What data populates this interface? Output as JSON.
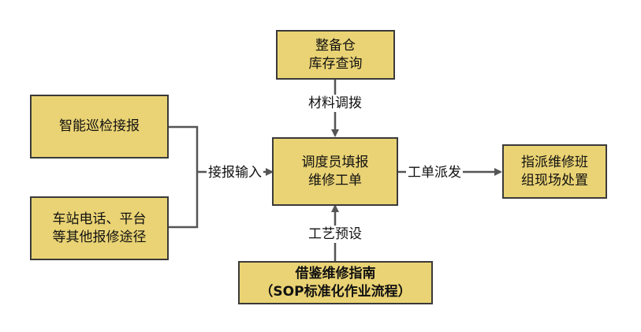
{
  "nodes": {
    "warehouse": "整备仓\n库存查询",
    "inspection": "智能巡检接报",
    "station": "车站电话、平台\n等其他报修途径",
    "dispatcher": "调度员填报\n维修工单",
    "repair_team": "指派维修班\n组现场处置",
    "guide": "借鉴维修指南\n（SOP标准化作业流程）"
  },
  "edges": {
    "material": "材料调拨",
    "intake": "接报输入",
    "work_order": "工单派发",
    "process": "工艺预设"
  },
  "colors": {
    "box_fill": "#ead374",
    "box_border": "#3a3a3a",
    "connector": "#555555"
  }
}
